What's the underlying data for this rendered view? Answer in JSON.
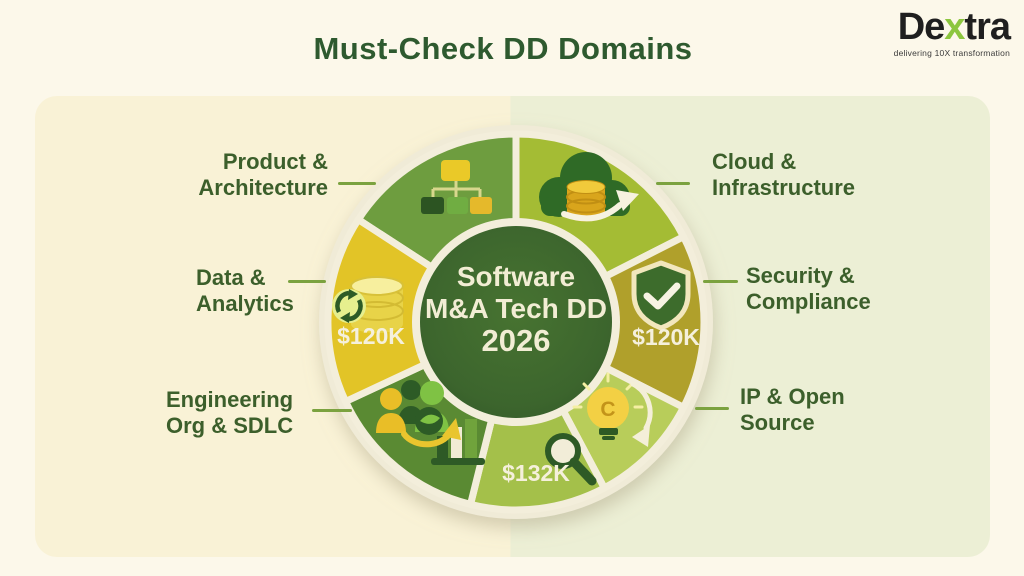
{
  "header": {
    "title": "Must-Check DD Domains"
  },
  "logo": {
    "part1": "De",
    "accent": "x",
    "part2": "tra",
    "tagline": "delivering 10X transformation",
    "accent_color": "#8cc63e"
  },
  "donut": {
    "center": {
      "line1": "Software",
      "line2": "M&A Tech DD",
      "line3": "2026"
    },
    "segments": [
      {
        "id": "product-architecture",
        "label_line1": "Product &",
        "label_line2": "Architecture",
        "color": "#6e9d3f",
        "icon": "org-chart-icon"
      },
      {
        "id": "cloud-infrastructure",
        "label_line1": "Cloud &",
        "label_line2": "Infrastructure",
        "color": "#a4bc34",
        "icon": "cloud-coins-icon"
      },
      {
        "id": "security-compliance",
        "label_line1": "Security &",
        "label_line2": "Compliance",
        "color": "#b0a02b",
        "icon": "shield-check-icon",
        "value": "$120K"
      },
      {
        "id": "ip-open-source",
        "label_line1": "IP & Open",
        "label_line2": "Source",
        "color": "#b8cd5a",
        "icon": "lightbulb-copyright-icon"
      },
      {
        "id": "bottom-metrics",
        "color": "#a4c04a",
        "icon": "bar-chart-magnifier-icon",
        "value": "$132K"
      },
      {
        "id": "engineering-org-sdlc",
        "label_line1": "Engineering",
        "label_line2": "Org & SDLC",
        "color": "#5a8a33",
        "icon": "team-recycle-icon"
      },
      {
        "id": "data-analytics",
        "label_line1": "Data &",
        "label_line2": "Analytics",
        "color": "#e2c427",
        "icon": "coins-refresh-icon",
        "value": "$120K"
      }
    ]
  },
  "colors": {
    "page_background": "#fcf8ea",
    "panel_left": "#f9f2d6",
    "panel_right": "#ecefd5",
    "ring_cream": "#f0ebd7",
    "divider_cream": "#f3eedb",
    "center_green": "#3e6730",
    "title_green": "#2e5a2f",
    "label_green": "#3c5f2b",
    "connector_green": "#7ba23f",
    "value_text": "#f5f0dc",
    "icon_gold": "#e5b92b",
    "icon_dark_green": "#2d5b26",
    "icon_light_green": "#7fc244"
  }
}
